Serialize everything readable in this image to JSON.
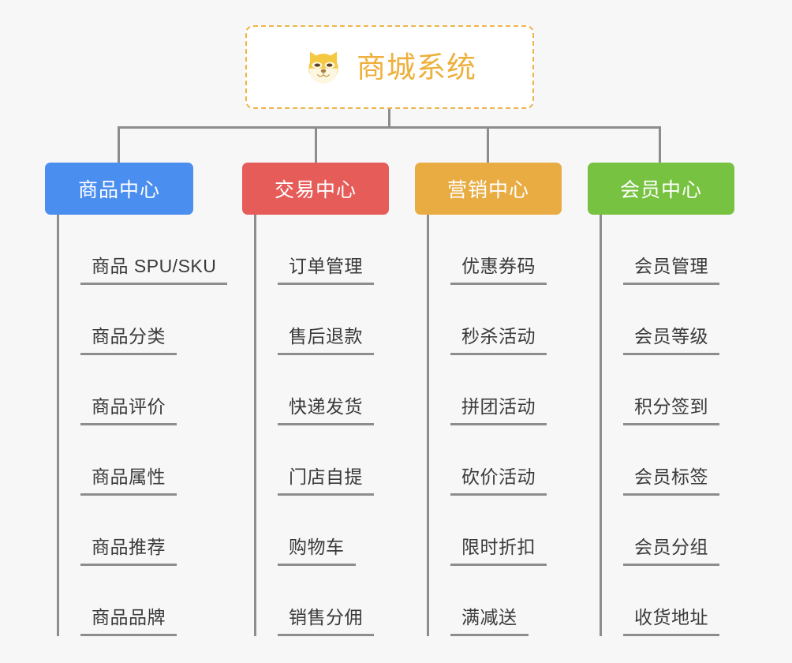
{
  "page": {
    "background_color": "#f7f7f7",
    "line_color": "#8d8d8d",
    "leaf_text_color": "#3a3a3a"
  },
  "root": {
    "title": "商城系统",
    "icon": "shiba-inu-emoji",
    "text_color": "#eeb03c",
    "border_color": "#eeb54a",
    "background_color": "#ffffff"
  },
  "chart_data": {
    "type": "tree",
    "title": "商城系统",
    "root_label": "商城系统",
    "branches": [
      {
        "label": "商品中心",
        "color": "#4a8ef0",
        "children": [
          "商品 SPU/SKU",
          "商品分类",
          "商品评价",
          "商品属性",
          "商品推荐",
          "商品品牌"
        ]
      },
      {
        "label": "交易中心",
        "color": "#e55c59",
        "children": [
          "订单管理",
          "售后退款",
          "快递发货",
          "门店自提",
          "购物车",
          "销售分佣"
        ]
      },
      {
        "label": "营销中心",
        "color": "#e9ac43",
        "children": [
          "优惠券码",
          "秒杀活动",
          "拼团活动",
          "砍价活动",
          "限时折扣",
          "满减送"
        ]
      },
      {
        "label": "会员中心",
        "color": "#77c240",
        "children": [
          "会员管理",
          "会员等级",
          "积分签到",
          "会员标签",
          "会员分组",
          "收货地址"
        ]
      }
    ]
  }
}
